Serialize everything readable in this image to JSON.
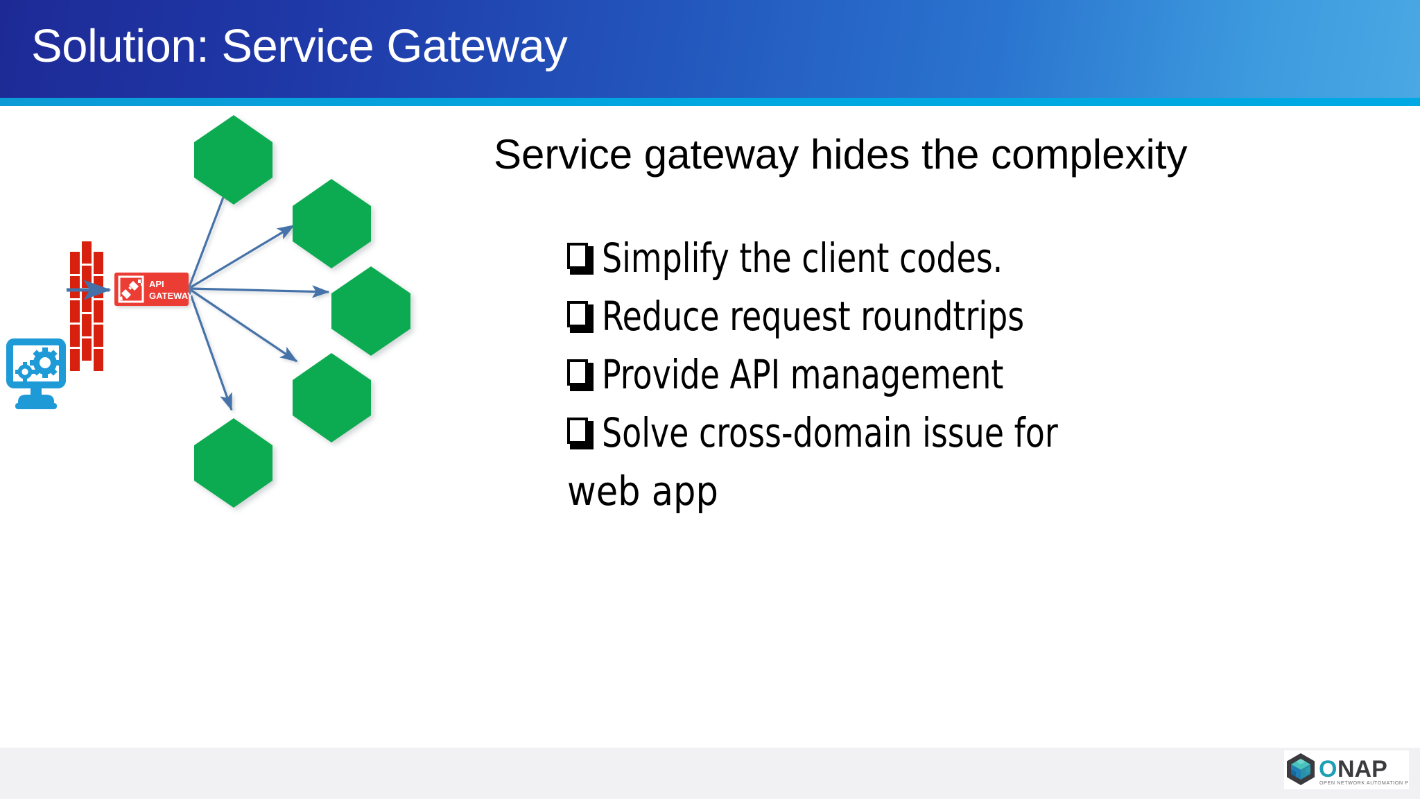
{
  "slide": {
    "title": "Solution: Service Gateway",
    "lead_text": "Service gateway hides the complexity",
    "bullets": [
      {
        "mark": "hollow-square-bullet",
        "text": "Simplify the client codes."
      },
      {
        "mark": "hollow-square-bullet",
        "text": "Reduce request roundtrips"
      },
      {
        "mark": "hollow-square-bullet",
        "text": "Provide API management"
      },
      {
        "mark": "hollow-square-bullet",
        "text": "Solve cross-domain issue for"
      }
    ],
    "bullet_continuation": "web app"
  },
  "diagram": {
    "client_icon": "monitor-with-gears-icon",
    "firewall_icon": "brick-wall-firewall-icon",
    "arrow_client_to_gateway": "right-arrow-icon",
    "gateway": {
      "icon": "plug-connector-icon",
      "line1": "API",
      "line2": "GATEWAY"
    },
    "service_nodes": [
      {
        "name": "service-hexagon-1"
      },
      {
        "name": "service-hexagon-2"
      },
      {
        "name": "service-hexagon-3"
      },
      {
        "name": "service-hexagon-4"
      },
      {
        "name": "service-hexagon-5"
      }
    ],
    "fan_arrows": 5
  },
  "footer": {
    "logo": {
      "mark": "onap-hexagon-cube-icon",
      "wordmark_first": "O",
      "wordmark_rest": "NAP",
      "tagline": "OPEN NETWORK AUTOMATION PLATFORM"
    }
  },
  "colors": {
    "header_dark_blue": "#1d2a96",
    "header_light_blue": "#4aa8e4",
    "cyan_strip": "#00a9e3",
    "service_green": "#0bab51",
    "gateway_red": "#ec3d35",
    "firewall_red": "#d8200f",
    "client_blue": "#1e9bd7",
    "arrow_blue": "#4472a8",
    "footer_gray": "#f1f1f4",
    "onap_teal": "#1f9fb5",
    "onap_dark": "#3b3b3f",
    "text_black": "#000000"
  }
}
